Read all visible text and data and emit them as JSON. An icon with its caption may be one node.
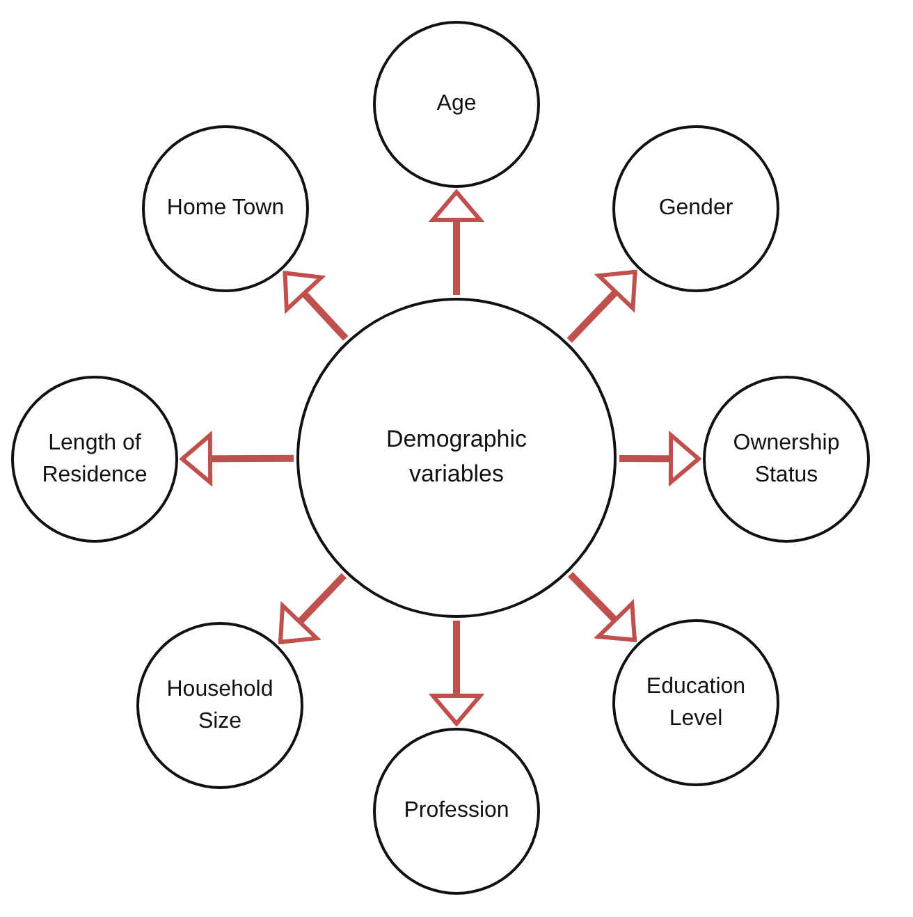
{
  "diagram": {
    "nodes": [
      {
        "text": [
          "Demographic variables"
        ]
      },
      {
        "text": [
          "Age"
        ]
      },
      {
        "text": [
          "Gender"
        ]
      },
      {
        "text": [
          "Ownership Status"
        ]
      },
      {
        "text": [
          "Education Level"
        ]
      },
      {
        "text": [
          "Profession"
        ]
      },
      {
        "text": [
          "Household Size"
        ]
      },
      {
        "text": [
          "Length of Residence"
        ]
      },
      {
        "text": [
          "Home Town"
        ]
      }
    ],
    "edges": [
      {
        "from": 0,
        "to": 1,
        "arrow": "to"
      },
      {
        "from": 0,
        "to": 2,
        "arrow": "to"
      },
      {
        "from": 0,
        "to": 3,
        "arrow": "to"
      },
      {
        "from": 0,
        "to": 4,
        "arrow": "to"
      },
      {
        "from": 0,
        "to": 5,
        "arrow": "to"
      },
      {
        "from": 0,
        "to": 6,
        "arrow": "to"
      },
      {
        "from": 0,
        "to": 7,
        "arrow": "to"
      },
      {
        "from": 0,
        "to": 8,
        "arrow": "to"
      }
    ]
  }
}
